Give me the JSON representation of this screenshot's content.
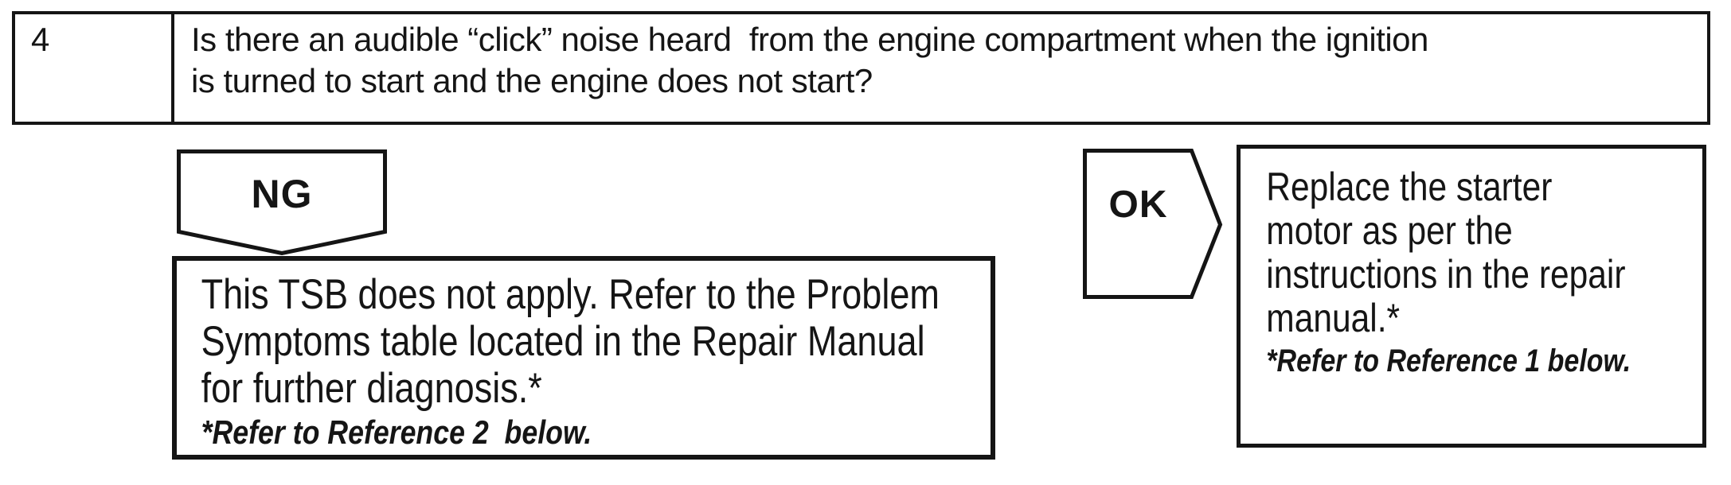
{
  "step": {
    "number": "4",
    "question_line1": "Is there an audible “click” noise heard  from the engine compartment when the ignition",
    "question_line2": "is turned to start and the engine does not start?"
  },
  "ng_branch": {
    "label": "NG",
    "result_line1": "This TSB does not apply. Refer to the Problem",
    "result_line2": "Symptoms table located in the Repair Manual",
    "result_line3": "for further diagnosis.*",
    "reference_note": "*Refer to Reference 2  below."
  },
  "ok_branch": {
    "label": "OK",
    "result_line1": "Replace the starter",
    "result_line2": "motor as per the",
    "result_line3": "instructions in the repair",
    "result_line4": "manual.*",
    "reference_note": "*Refer to Reference 1 below."
  },
  "colors": {
    "ink": "#151515",
    "background": "#ffffff"
  }
}
